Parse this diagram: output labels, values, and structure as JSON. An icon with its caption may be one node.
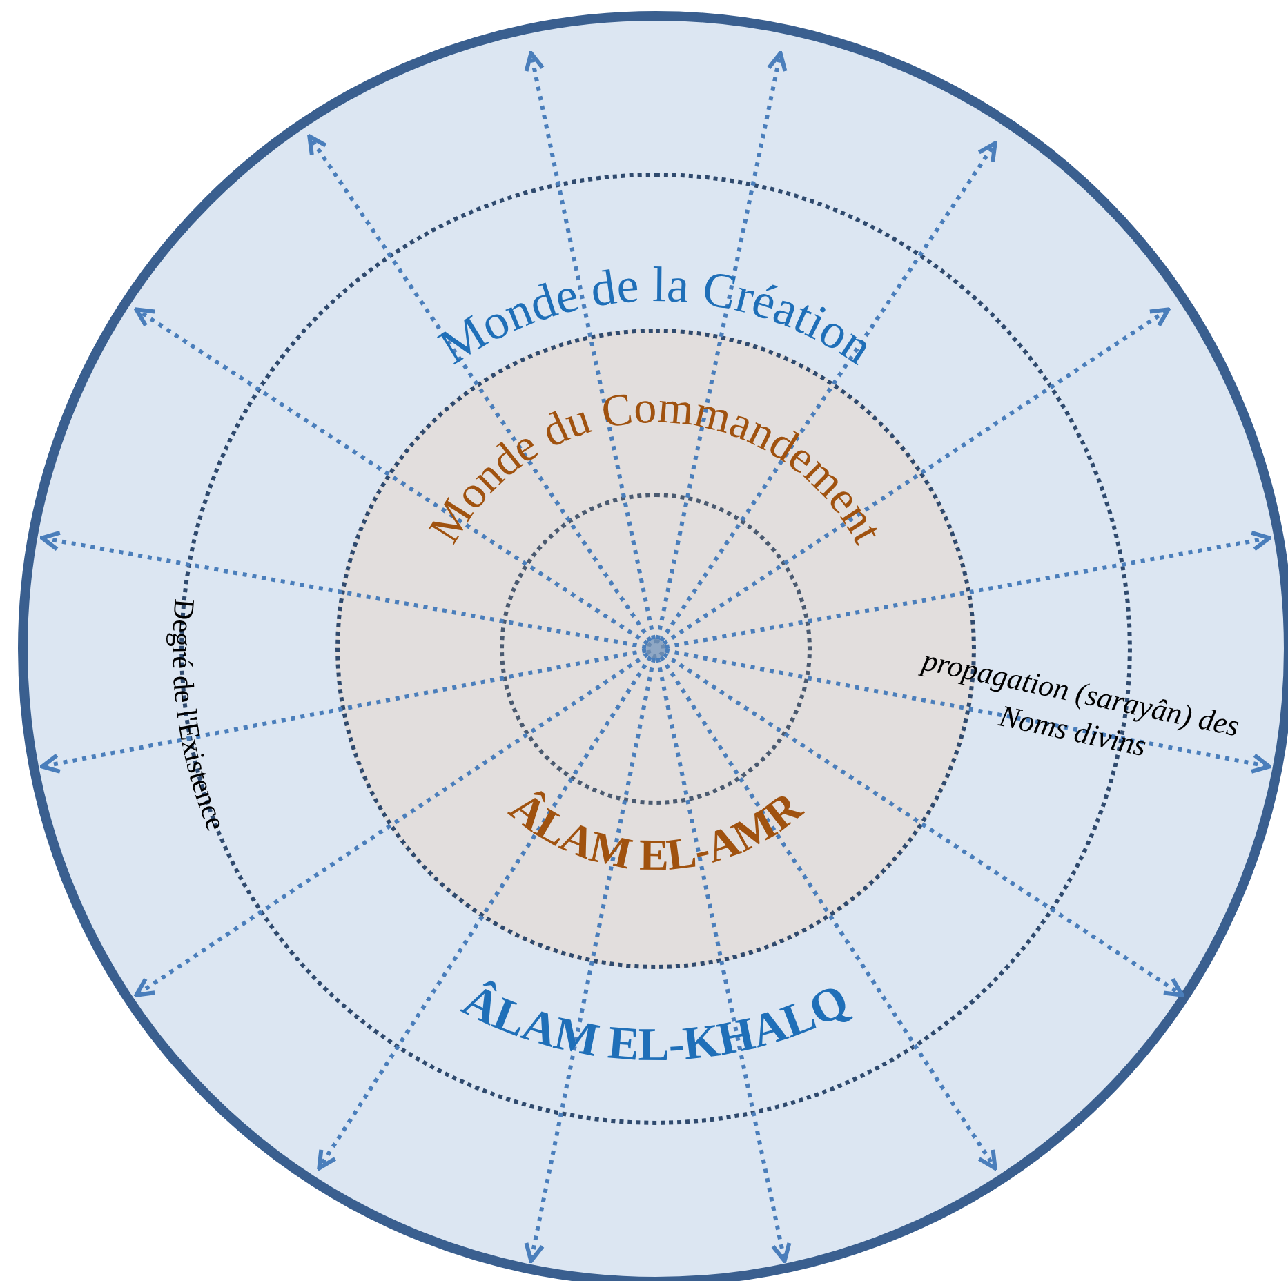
{
  "diagram": {
    "nodes": [
      {
        "text": [],
        "shape": "circle"
      },
      {
        "text": [
          "Monde de la Création",
          "ÂLAM EL-KHALQ"
        ],
        "in": 0
      },
      {
        "text": [
          "Monde du Commandement",
          "ÂLAM EL-AMR"
        ],
        "in": 1
      },
      {
        "text": [],
        "shape": "circle",
        "in": 2
      },
      {
        "text": [],
        "shape": "circle",
        "in": 3
      }
    ],
    "edges": [
      {
        "from": 4,
        "to": null,
        "arrow": "to"
      },
      {
        "from": 4,
        "to": null,
        "arrow": "to"
      },
      {
        "from": 4,
        "to": null,
        "arrow": "to"
      },
      {
        "from": 4,
        "to": null,
        "arrow": "to"
      },
      {
        "from": 4,
        "to": null,
        "arrow": "to"
      },
      {
        "from": 4,
        "to": null,
        "arrow": "to"
      },
      {
        "from": 4,
        "to": null,
        "arrow": "to"
      },
      {
        "from": 4,
        "to": null,
        "arrow": "to"
      },
      {
        "from": 4,
        "to": null,
        "arrow": "to"
      },
      {
        "from": 4,
        "to": null,
        "arrow": "to"
      },
      {
        "from": 4,
        "to": null,
        "arrow": "to"
      },
      {
        "from": 4,
        "to": null,
        "arrow": "to"
      },
      {
        "from": 4,
        "to": null,
        "arrow": "to"
      },
      {
        "from": 4,
        "to": null,
        "arrow": "to"
      },
      {
        "from": 4,
        "to": null,
        "arrow": "to"
      },
      {
        "from": 4,
        "to": null,
        "arrow": "to"
      }
    ],
    "labels": [
      "Degré de l'Existence",
      "propagation (sarayân) des Noms divins"
    ]
  }
}
